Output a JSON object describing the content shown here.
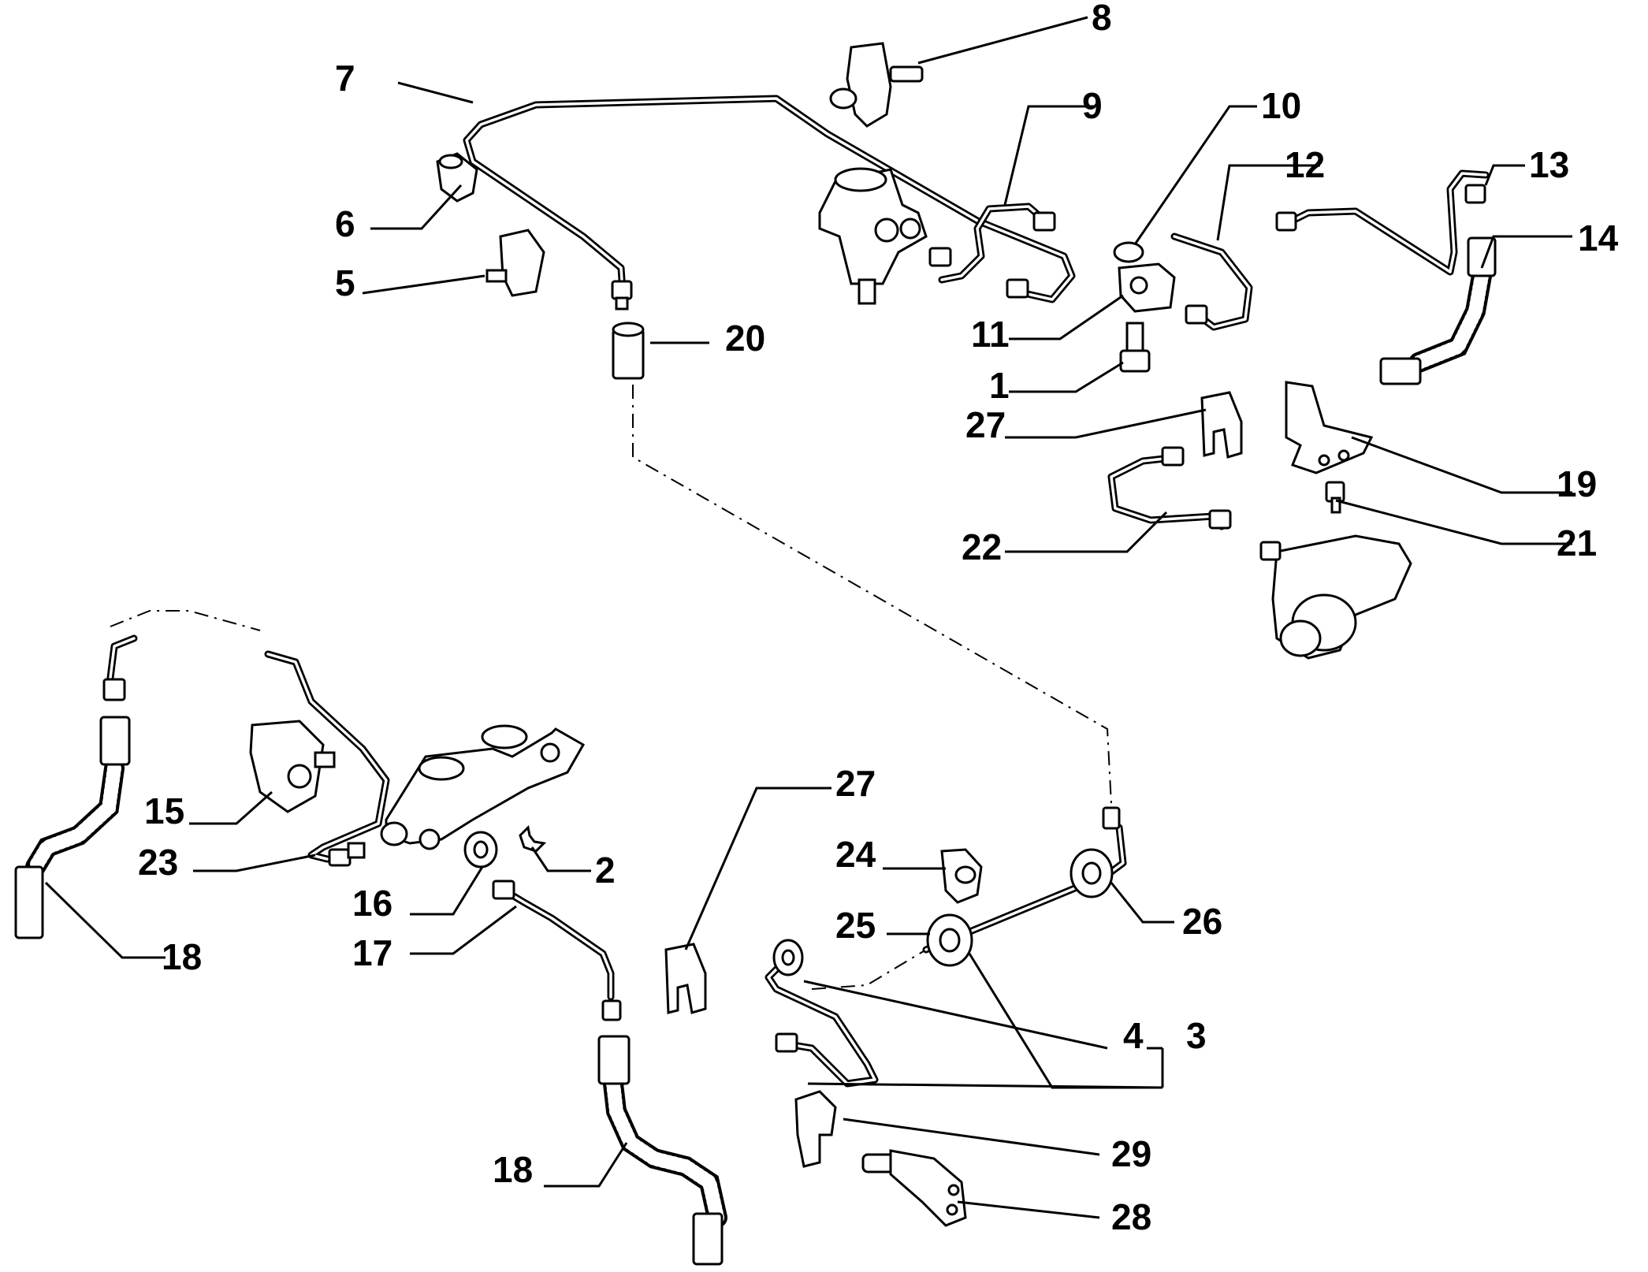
{
  "callouts": [
    {
      "id": "c1",
      "text": "1"
    },
    {
      "id": "c2",
      "text": "2"
    },
    {
      "id": "c3",
      "text": "3"
    },
    {
      "id": "c4",
      "text": "4"
    },
    {
      "id": "c5",
      "text": "5"
    },
    {
      "id": "c6",
      "text": "6"
    },
    {
      "id": "c7",
      "text": "7"
    },
    {
      "id": "c8",
      "text": "8"
    },
    {
      "id": "c9",
      "text": "9"
    },
    {
      "id": "c10",
      "text": "10"
    },
    {
      "id": "c11",
      "text": "11"
    },
    {
      "id": "c12",
      "text": "12"
    },
    {
      "id": "c13",
      "text": "13"
    },
    {
      "id": "c14",
      "text": "14"
    },
    {
      "id": "c15",
      "text": "15"
    },
    {
      "id": "c16",
      "text": "16"
    },
    {
      "id": "c17",
      "text": "17"
    },
    {
      "id": "c18a",
      "text": "18"
    },
    {
      "id": "c18b",
      "text": "18"
    },
    {
      "id": "c19",
      "text": "19"
    },
    {
      "id": "c20",
      "text": "20"
    },
    {
      "id": "c21",
      "text": "21"
    },
    {
      "id": "c22",
      "text": "22"
    },
    {
      "id": "c23",
      "text": "23"
    },
    {
      "id": "c24",
      "text": "24"
    },
    {
      "id": "c25",
      "text": "25"
    },
    {
      "id": "c26",
      "text": "26"
    },
    {
      "id": "c27a",
      "text": "27"
    },
    {
      "id": "c27b",
      "text": "27"
    },
    {
      "id": "c28",
      "text": "28"
    },
    {
      "id": "c29",
      "text": "29"
    }
  ]
}
